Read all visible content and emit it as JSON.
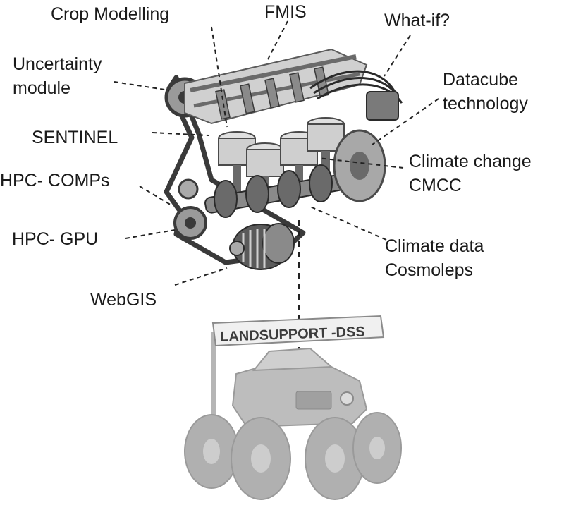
{
  "labels": {
    "crop_modelling": "Crop Modelling",
    "fmis": "FMIS",
    "what_if": "What-if?",
    "uncertainty_line1": "Uncertainty",
    "uncertainty_line2": "module",
    "datacube_line1": "Datacube",
    "datacube_line2": "technology",
    "sentinel": "SENTINEL",
    "climate_change_line1": "Climate change",
    "climate_change_line2": "CMCC",
    "hpc_comps": "HPC- COMPs",
    "hpc_gpu": "HPC- GPU",
    "climate_data_line1": "Climate data",
    "climate_data_line2": "Cosmoleps",
    "webgis": "WebGIS"
  },
  "banner": {
    "text": "LANDSUPPORT -DSS"
  },
  "colors": {
    "text": "#1a1a1a",
    "engine_dark": "#3a3a3a",
    "engine_mid": "#7a7a7a",
    "engine_light": "#c8c8c8",
    "car": "#b5b5b5",
    "leader": "#222222"
  },
  "icons": {
    "engine": "engine-illustration",
    "vehicle": "off-road-vehicle-illustration"
  }
}
